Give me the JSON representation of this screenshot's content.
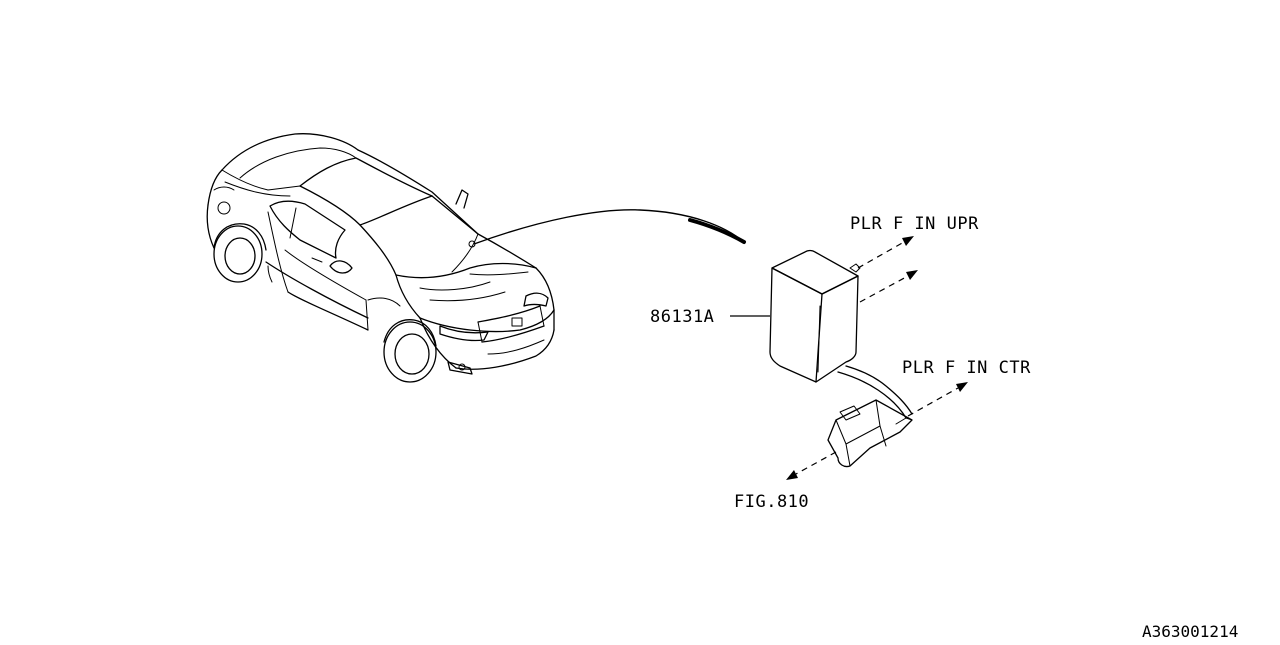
{
  "diagram": {
    "part_number": "86131A",
    "labels": {
      "upper": "PLR F IN UPR",
      "center": "PLR F IN CTR",
      "figure_ref": "FIG.810"
    },
    "reference_code": "A363001214"
  }
}
